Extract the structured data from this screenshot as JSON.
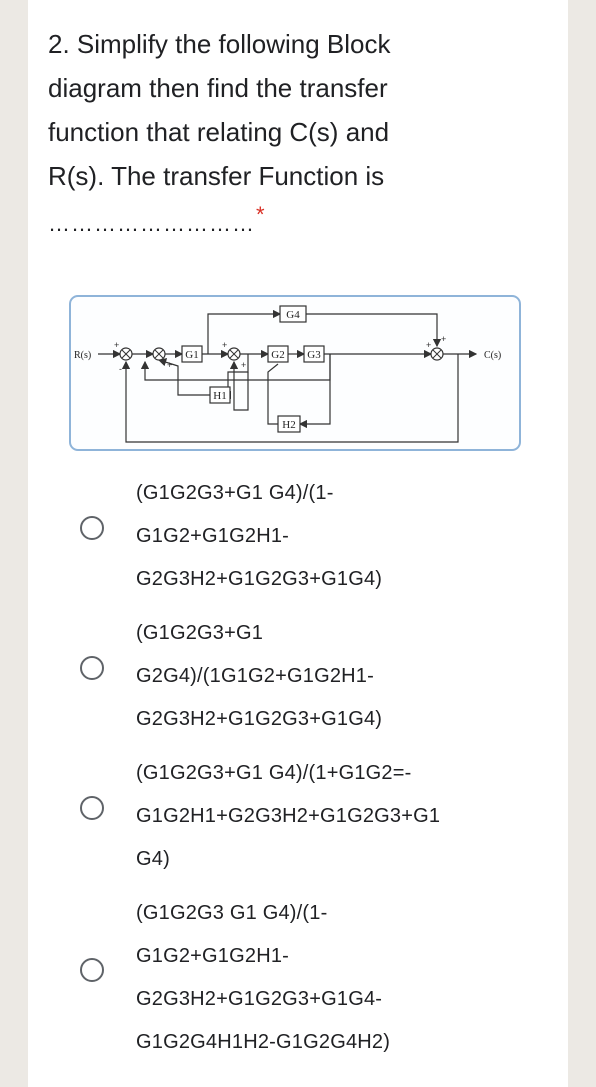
{
  "question": {
    "lines": [
      "2. Simplify the following Block",
      "diagram then find the transfer",
      "function that relating C(s) and",
      "R(s). The transfer Function is"
    ],
    "dots": "………………………",
    "required_mark": "*"
  },
  "diagram": {
    "input": "R(s)",
    "output": "C(s)",
    "blocks": [
      "G1",
      "G2",
      "G3",
      "G4",
      "H1",
      "H2"
    ],
    "signs": [
      "+",
      "-",
      "+",
      "+",
      "+",
      "+",
      "+"
    ]
  },
  "options": [
    {
      "lines": [
        "(G1G2G3+G1 G4)/(1-",
        "G1G2+G1G2H1-",
        "G2G3H2+G1G2G3+G1G4)"
      ],
      "selected": false
    },
    {
      "lines": [
        "(G1G2G3+G1",
        "G2G4)/(1G1G2+G1G2H1-",
        "G2G3H2+G1G2G3+G1G4)"
      ],
      "selected": false
    },
    {
      "lines": [
        "(G1G2G3+G1 G4)/(1+G1G2=-",
        "G1G2H1+G2G3H2+G1G2G3+G1",
        "G4)"
      ],
      "selected": false
    },
    {
      "lines": [
        "(G1G2G3 G1 G4)/(1-",
        "G1G2+G1G2H1-",
        "G2G3H2+G1G2G3+G1G4-",
        "G1G2G4H1H2-G1G2G4H2)"
      ],
      "selected": false
    }
  ],
  "colors": {
    "text": "#202124",
    "required": "#d93025",
    "radio": "#5f6368",
    "diagram_frame": "#8fb4d9"
  }
}
